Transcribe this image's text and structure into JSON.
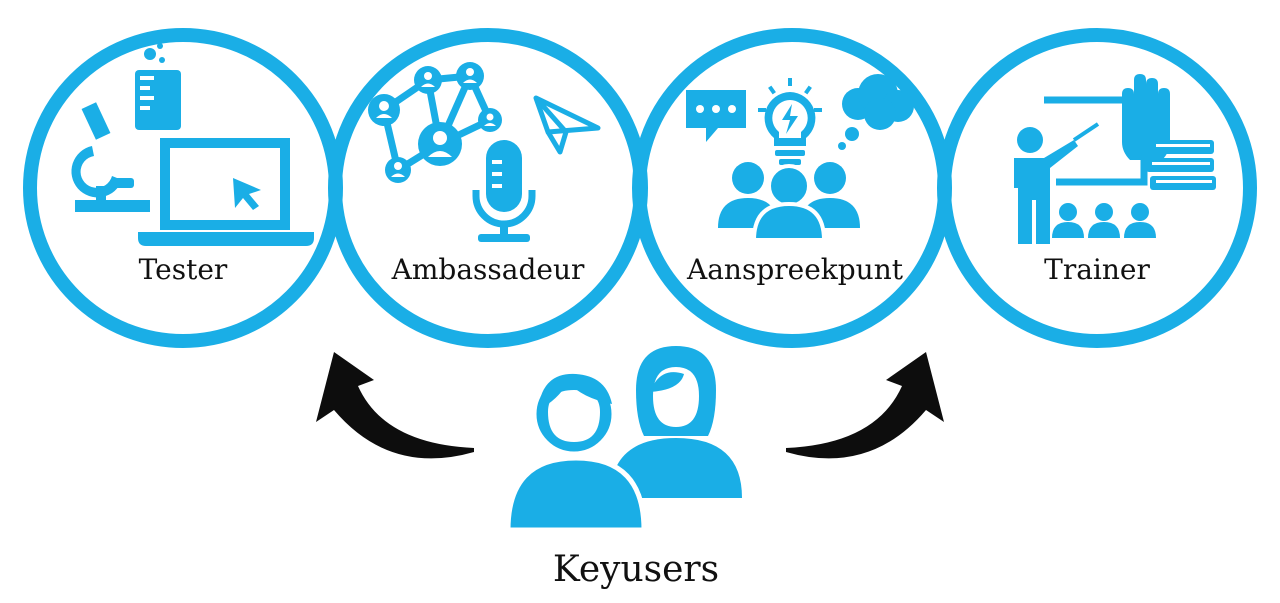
{
  "colors": {
    "accent": "#1aaee6",
    "arrow": "#0d0d0d",
    "text": "#111111",
    "background": "#ffffff"
  },
  "roles": [
    {
      "label": "Tester",
      "icons": [
        "microscope-icon",
        "beaker-icon",
        "laptop-cursor-icon"
      ]
    },
    {
      "label": "Ambassadeur",
      "icons": [
        "network-icon",
        "microphone-icon",
        "paper-plane-icon"
      ]
    },
    {
      "label": "Aanspreekpunt",
      "icons": [
        "chat-bubble-icon",
        "lightbulb-icon",
        "thought-cloud-icon",
        "group-icon"
      ]
    },
    {
      "label": "Trainer",
      "icons": [
        "presenter-icon",
        "raised-hand-icon",
        "books-icon",
        "audience-icon"
      ]
    }
  ],
  "center": {
    "label": "Keyusers",
    "icon": "users-pair-icon"
  },
  "arrows": [
    "curved-arrow-left",
    "curved-arrow-right"
  ]
}
